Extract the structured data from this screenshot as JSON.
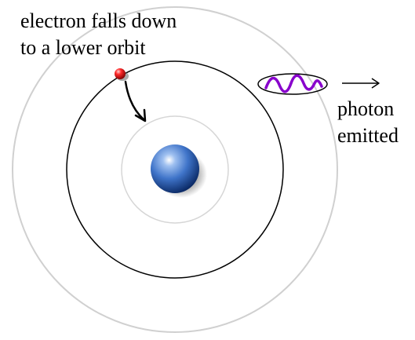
{
  "labels": {
    "electron_line1": "electron falls down",
    "electron_line2": "to a lower orbit",
    "photon_line1": "photon",
    "photon_line2": "emitted"
  },
  "colors": {
    "outer_orbit": "#d0d0d0",
    "middle_orbit": "#000000",
    "inner_orbit": "#d6d6d6",
    "nucleus": "#3f74c9",
    "electron": "#d40000",
    "photon_wave": "#8800cc",
    "text": "#000000"
  },
  "icons": {
    "nucleus": "nucleus-sphere",
    "electron": "electron-sphere",
    "fall_arrow": "curved-arrow-icon",
    "photon": "photon-wave-icon",
    "photon_direction": "right-arrow-icon"
  }
}
